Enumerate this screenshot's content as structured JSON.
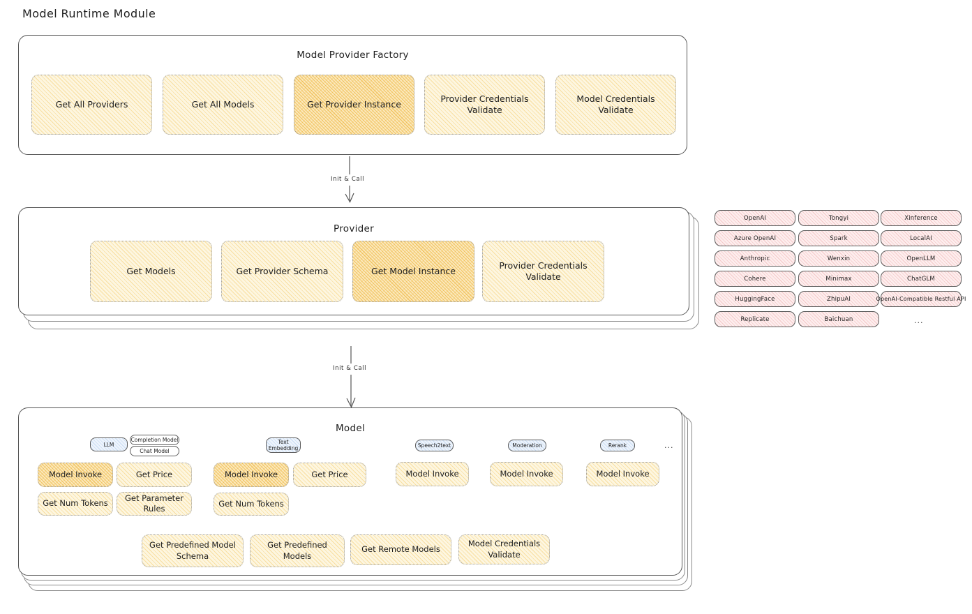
{
  "page": {
    "title": "Model Runtime Module"
  },
  "factory": {
    "title": "Model Provider Factory",
    "cards": [
      {
        "label": "Get All Providers",
        "highlight": false
      },
      {
        "label": "Get All Models",
        "highlight": false
      },
      {
        "label": "Get Provider Instance",
        "highlight": true
      },
      {
        "label": "Provider Credentials Validate",
        "highlight": false
      },
      {
        "label": "Model Credentials Validate",
        "highlight": false
      }
    ]
  },
  "arrow_factory_to_provider": {
    "label": "Init & Call"
  },
  "provider": {
    "title": "Provider",
    "cards": [
      {
        "label": "Get Models",
        "highlight": false
      },
      {
        "label": "Get Provider Schema",
        "highlight": false
      },
      {
        "label": "Get Model Instance",
        "highlight": true
      },
      {
        "label": "Provider Credentials Validate",
        "highlight": false
      }
    ]
  },
  "arrow_provider_to_model": {
    "label": "Init & Call"
  },
  "provider_list": {
    "columns": [
      [
        "OpenAI",
        "Azure OpenAI",
        "Anthropic",
        "Cohere",
        "HuggingFace",
        "Replicate"
      ],
      [
        "Tongyi",
        "Spark",
        "Wenxin",
        "Minimax",
        "ZhipuAI",
        "Baichuan"
      ],
      [
        "Xinference",
        "LocalAI",
        "OpenLLM",
        "ChatGLM",
        "OpenAI-Compatible Restful API"
      ]
    ],
    "more": "..."
  },
  "model": {
    "title": "Model",
    "more": "...",
    "types": [
      {
        "name": "LLM",
        "subtypes": [
          "Completion Model",
          "Chat Model"
        ],
        "methods": [
          {
            "label": "Model Invoke",
            "highlight": true
          },
          {
            "label": "Get Price",
            "highlight": false
          },
          {
            "label": "Get Num Tokens",
            "highlight": false
          },
          {
            "label": "Get Parameter Rules",
            "highlight": false
          }
        ]
      },
      {
        "name": "Text Embedding",
        "subtypes": [],
        "methods": [
          {
            "label": "Model Invoke",
            "highlight": true
          },
          {
            "label": "Get Price",
            "highlight": false
          },
          {
            "label": "Get Num Tokens",
            "highlight": false
          }
        ]
      },
      {
        "name": "Speech2text",
        "subtypes": [],
        "methods": [
          {
            "label": "Model Invoke",
            "highlight": false
          }
        ]
      },
      {
        "name": "Moderation",
        "subtypes": [],
        "methods": [
          {
            "label": "Model Invoke",
            "highlight": false
          }
        ]
      },
      {
        "name": "Rerank",
        "subtypes": [],
        "methods": [
          {
            "label": "Model Invoke",
            "highlight": false
          }
        ]
      }
    ],
    "shared_methods": [
      "Get Predefined Model Schema",
      "Get Predefined Models",
      "Get Remote Models",
      "Model Credentials Validate"
    ]
  },
  "colors": {
    "card_fill": "#fdf6e0",
    "card_fill_strong": "#fbe9bd",
    "chip_pink_fill": "#fdeeee",
    "chip_blue_fill": "#eef4fc",
    "stroke": "#1e1e1e"
  }
}
